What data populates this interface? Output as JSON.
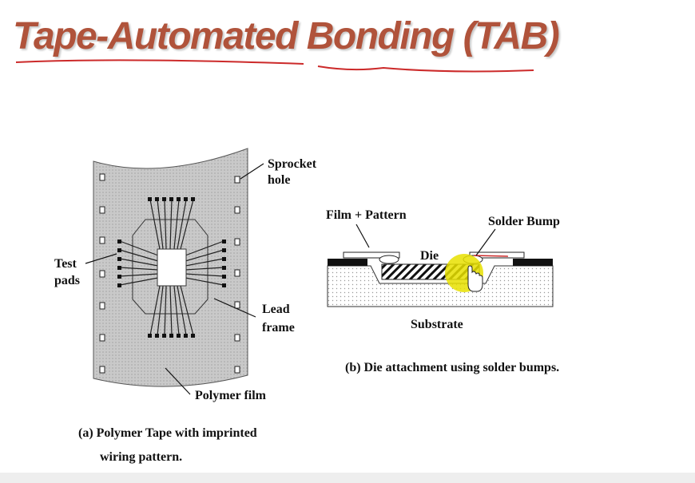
{
  "title": "Tape-Automated Bonding (TAB)",
  "figure_a": {
    "labels": {
      "sprocket_1": "Sprocket",
      "sprocket_2": "hole",
      "test_1": "Test",
      "test_2": "pads",
      "lead_1": "Lead",
      "lead_2": "frame",
      "polymer": "Polymer film"
    },
    "caption_1": "(a) Polymer Tape with imprinted",
    "caption_2": "wiring pattern."
  },
  "figure_b": {
    "labels": {
      "film": "Film + Pattern",
      "solder": "Solder Bump",
      "die": "Die",
      "substrate": "Substrate"
    },
    "caption": "(b) Die attachment using solder bumps."
  },
  "colors": {
    "title": "#b0533b",
    "underline": "#cc2a2a",
    "tape_fill": "#c9c9c9",
    "highlight": "#e8e000"
  }
}
